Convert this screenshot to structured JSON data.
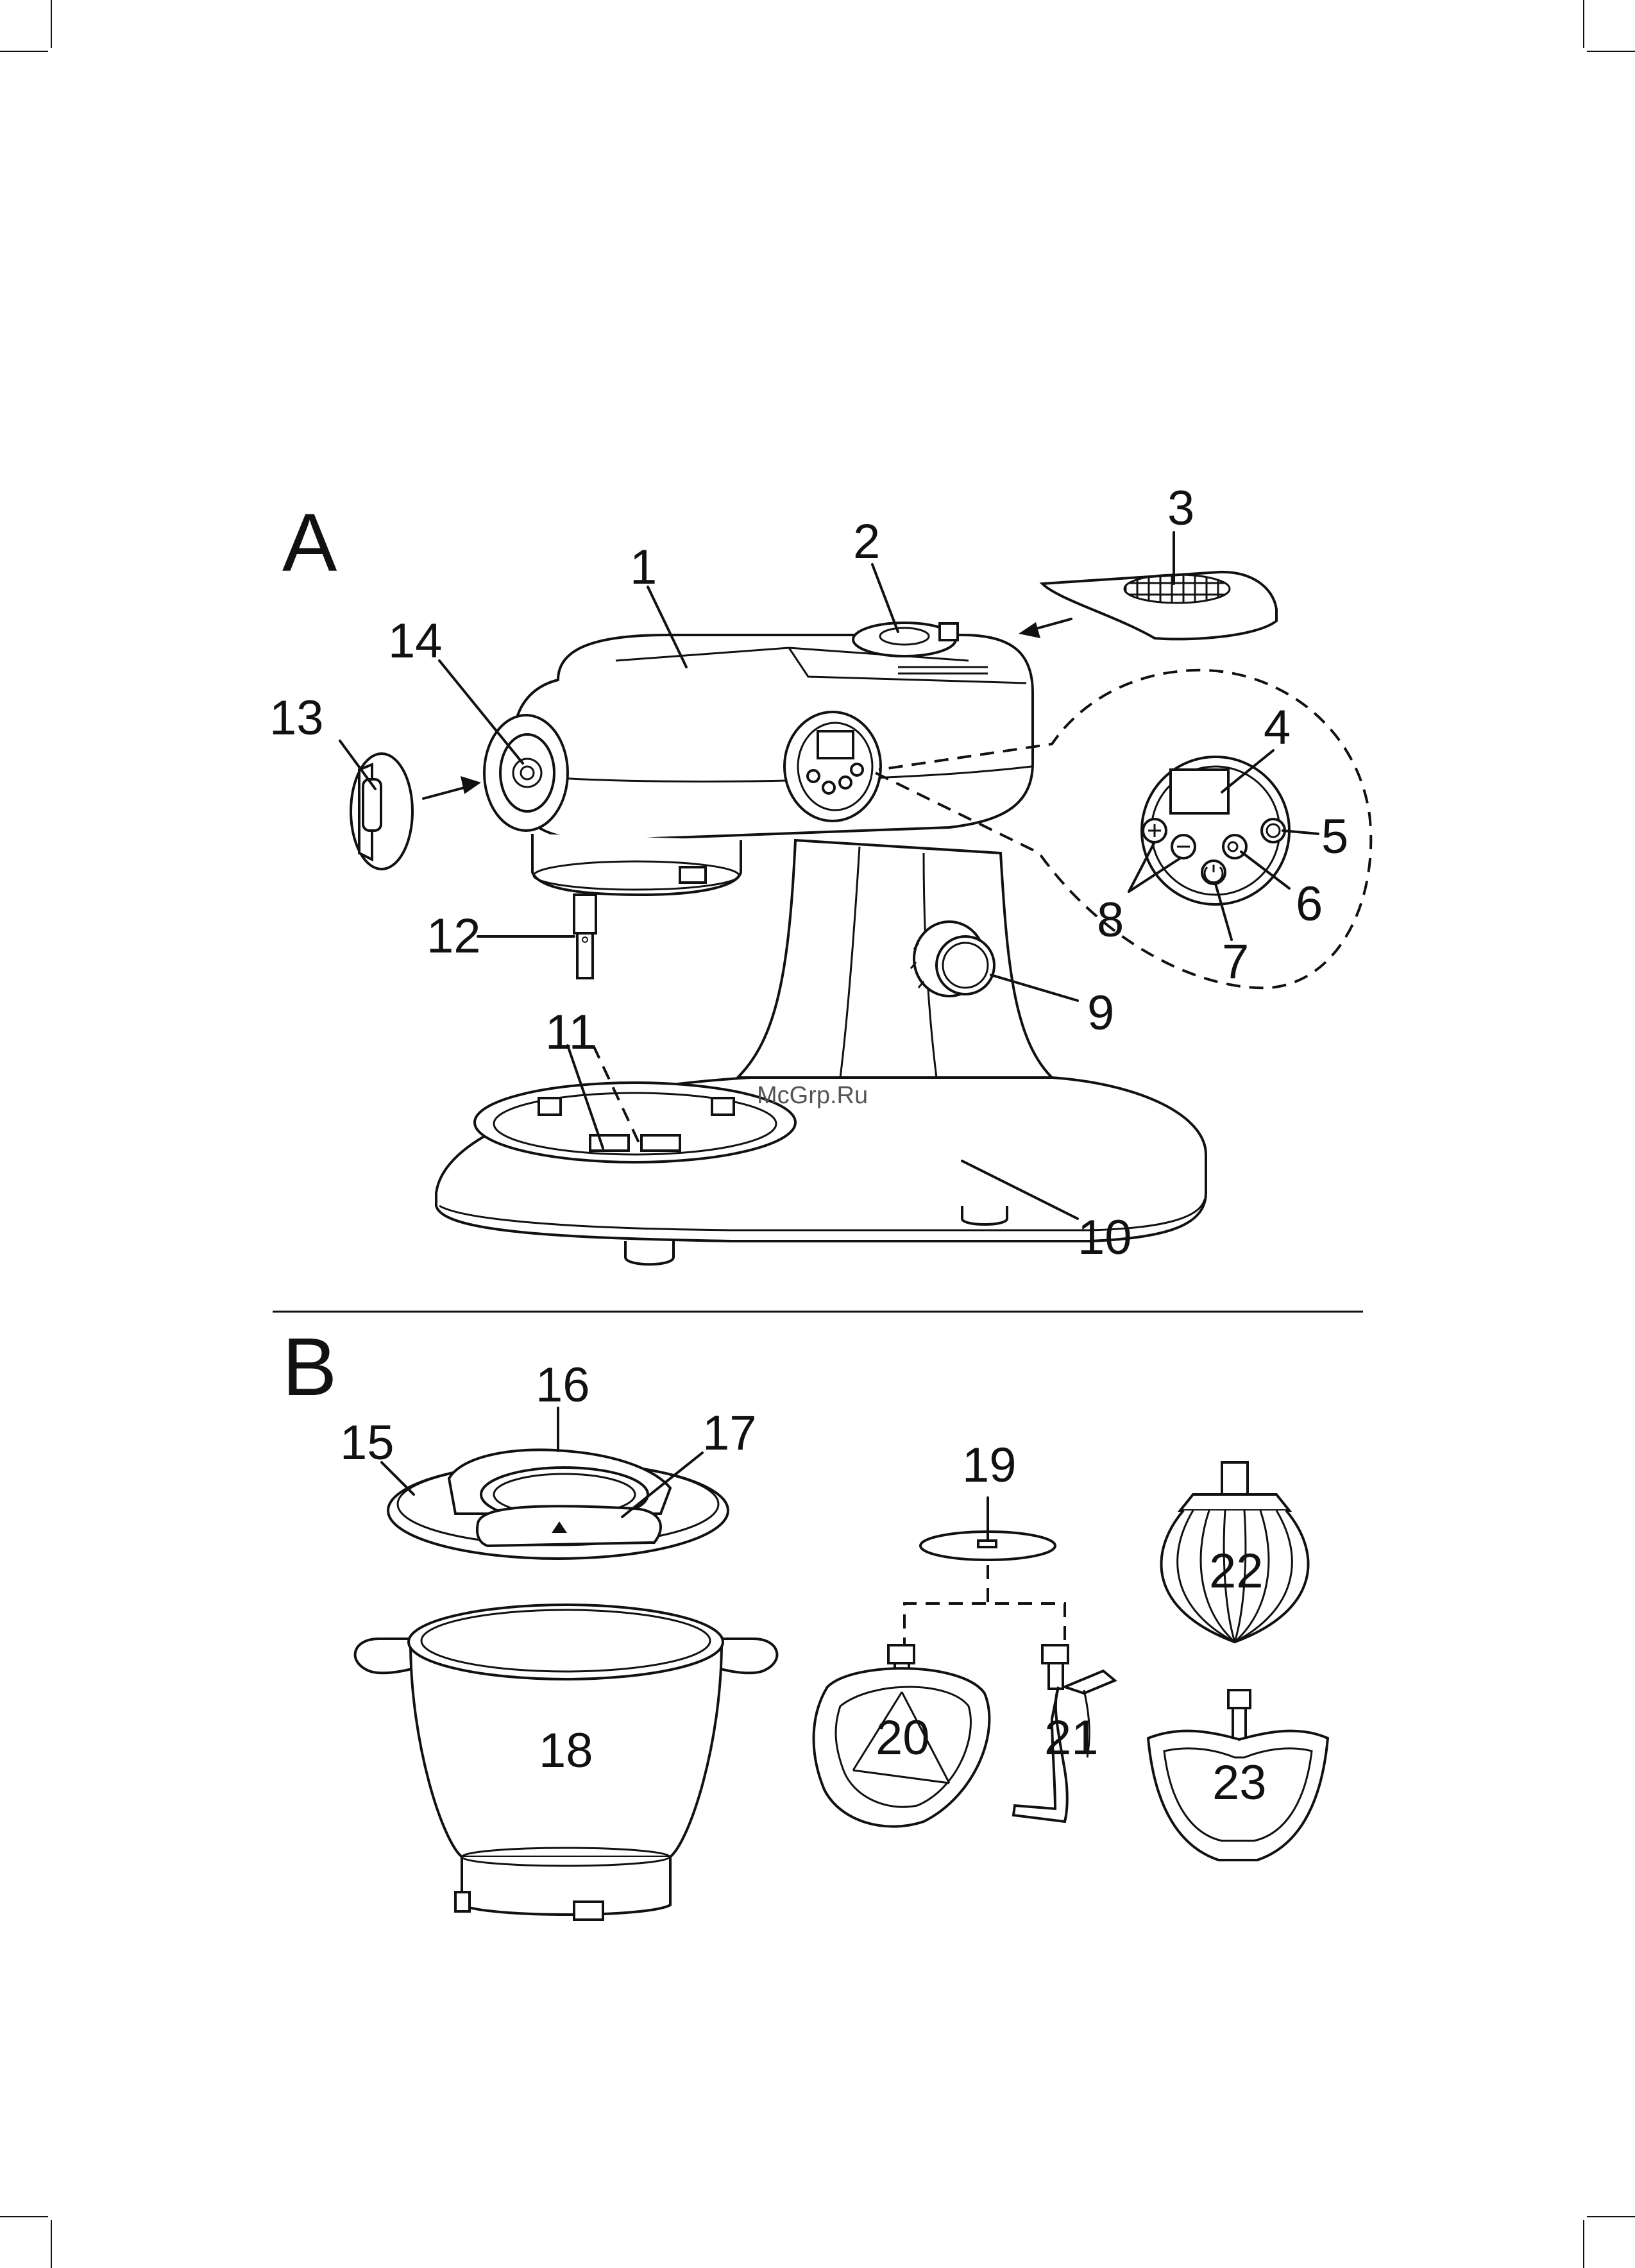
{
  "sections": {
    "a": "A",
    "b": "B"
  },
  "watermark": "McGrp.Ru",
  "callouts": {
    "c1": "1",
    "c2": "2",
    "c3": "3",
    "c4": "4",
    "c5": "5",
    "c6": "6",
    "c7": "7",
    "c8": "8",
    "c9": "9",
    "c10": "10",
    "c11": "11",
    "c12": "12",
    "c13": "13",
    "c14": "14",
    "c15": "15",
    "c16": "16",
    "c17": "17",
    "c18": "18",
    "c19": "19",
    "c20": "20",
    "c21": "21",
    "c22": "22",
    "c23": "23"
  },
  "icons": {
    "plus": "plus-icon",
    "minus": "minus-icon",
    "power": "power-icon",
    "timer": "timer-icon",
    "arrow": "arrow-icon"
  },
  "colors": {
    "line": "#111111",
    "background": "#ffffff",
    "pattern": "#222222"
  }
}
